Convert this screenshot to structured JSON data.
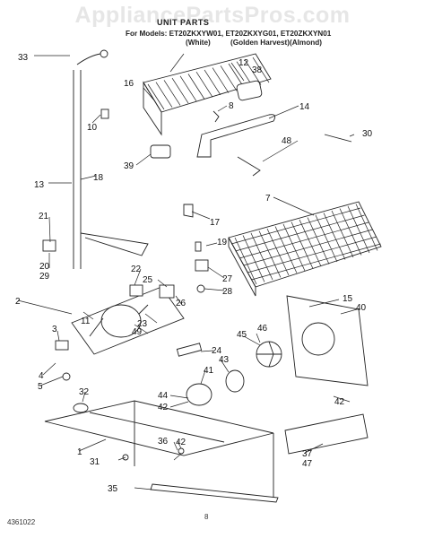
{
  "watermark": "AppliancePartsPros.com",
  "header": {
    "title": "UNIT PARTS",
    "models_line": "For Models: ET20ZKXYW01, ET20ZKXYG01, ET20ZKXYN01",
    "color_white": "(White)",
    "color_golden": "(Golden Harvest)",
    "color_almond": "(Almond)"
  },
  "footer": {
    "doc_number": "4361022",
    "page_number": "8"
  },
  "callouts": [
    "33",
    "12",
    "38",
    "16",
    "10",
    "8",
    "14",
    "30",
    "48",
    "13",
    "18",
    "39",
    "7",
    "21",
    "17",
    "19",
    "20",
    "29",
    "22",
    "25",
    "2",
    "27",
    "28",
    "26",
    "3",
    "11",
    "23",
    "49",
    "24",
    "15",
    "40",
    "46",
    "45",
    "4",
    "5",
    "43",
    "41",
    "32",
    "44",
    "42",
    "42",
    "36",
    "42",
    "1",
    "37",
    "47",
    "31",
    "35"
  ]
}
